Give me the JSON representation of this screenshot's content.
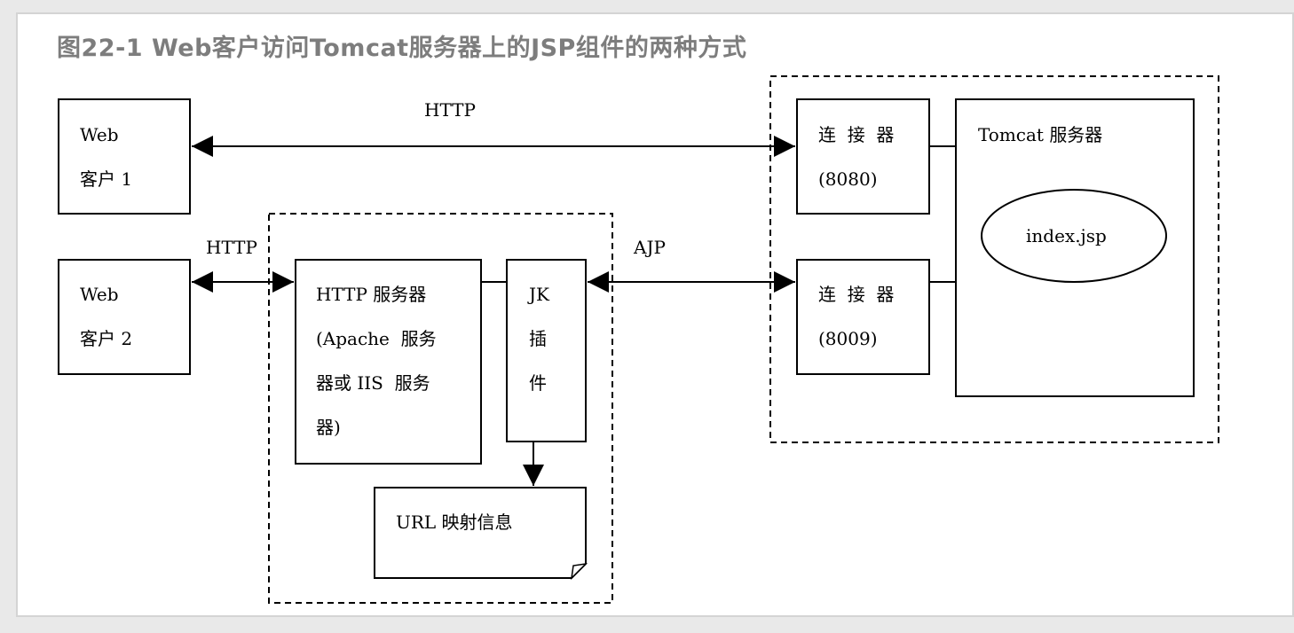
{
  "figure": {
    "caption": "图22-1 Web客户访问Tomcat服务器上的JSP组件的两种方式"
  },
  "nodes": {
    "web_client_1": {
      "line1": "Web",
      "line2": "客户 1"
    },
    "web_client_2": {
      "line1": "Web",
      "line2": "客户 2"
    },
    "http_server": {
      "line1": "HTTP 服务器",
      "line2": "(Apache  服务",
      "line3": "器或 IIS  服务",
      "line4": "器)"
    },
    "jk_plugin": {
      "line1": "JK",
      "line2": "插",
      "line3": "件"
    },
    "url_mapping": {
      "label": "URL 映射信息"
    },
    "connector_8080": {
      "line1": "连  接  器",
      "line2": "(8080)"
    },
    "connector_8009": {
      "line1": "连  接  器",
      "line2": "(8009)"
    },
    "tomcat_server": {
      "label": "Tomcat 服务器"
    },
    "index_jsp": {
      "label": "index.jsp"
    }
  },
  "edges": {
    "http_top": {
      "label": "HTTP"
    },
    "http_left": {
      "label": "HTTP"
    },
    "ajp": {
      "label": "AJP"
    }
  }
}
